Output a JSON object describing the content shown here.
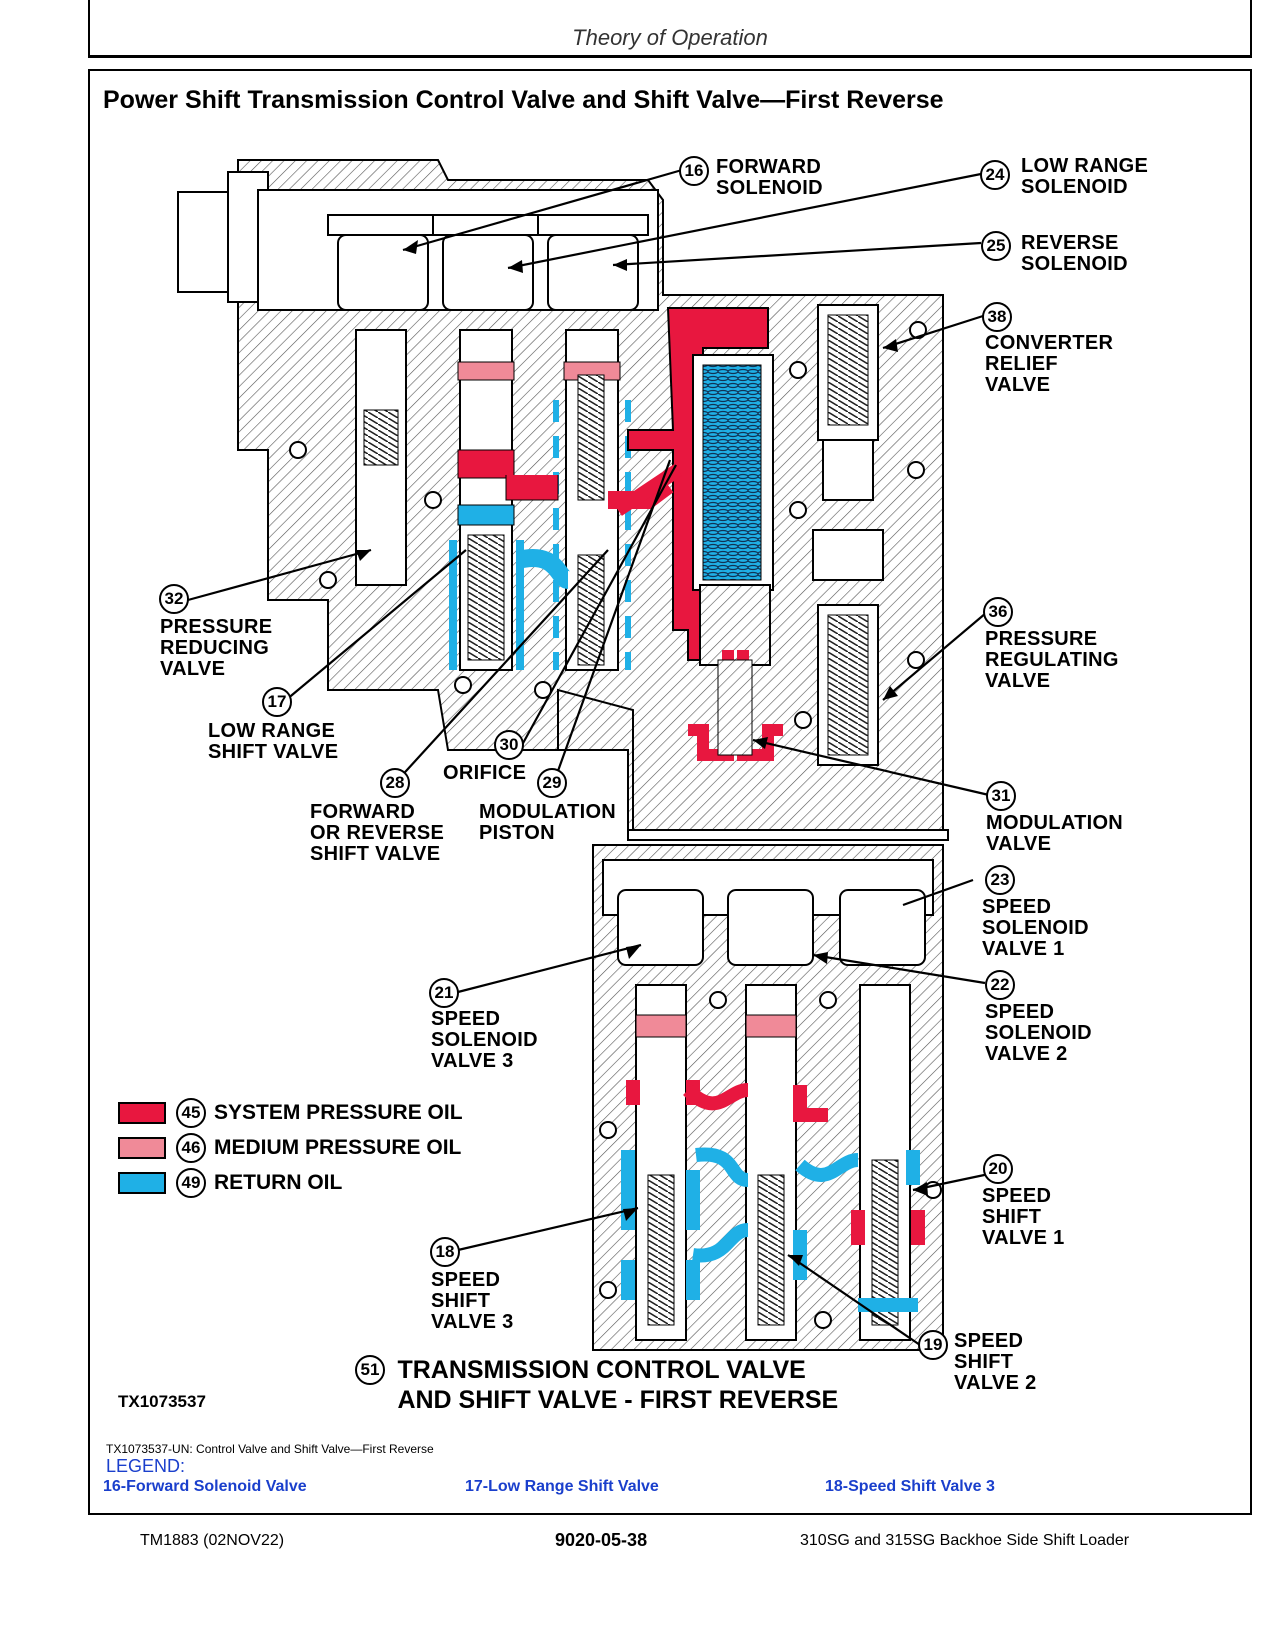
{
  "header": {
    "section": "Theory of Operation"
  },
  "figure": {
    "title": "Power Shift Transmission Control Valve and Shift Valve—First Reverse",
    "code": "TX1073537",
    "caption_number": "51",
    "caption_line1": "TRANSMISSION CONTROL VALVE",
    "caption_line2": "AND SHIFT VALVE - FIRST REVERSE",
    "callouts": [
      {
        "id": "c16",
        "num": "16",
        "label": "FORWARD\nSOLENOID"
      },
      {
        "id": "c24",
        "num": "24",
        "label": "LOW RANGE\nSOLENOID"
      },
      {
        "id": "c25",
        "num": "25",
        "label": "REVERSE\nSOLENOID"
      },
      {
        "id": "c38",
        "num": "38",
        "label": "CONVERTER\nRELIEF\nVALVE"
      },
      {
        "id": "c32",
        "num": "32",
        "label": "PRESSURE\nREDUCING\nVALVE"
      },
      {
        "id": "c36",
        "num": "36",
        "label": "PRESSURE\nREGULATING\nVALVE"
      },
      {
        "id": "c17",
        "num": "17",
        "label": "LOW RANGE\nSHIFT VALVE"
      },
      {
        "id": "c30",
        "num": "30",
        "label": "ORIFICE"
      },
      {
        "id": "c28",
        "num": "28",
        "label": "FORWARD\nOR REVERSE\nSHIFT VALVE"
      },
      {
        "id": "c29",
        "num": "29",
        "label": "MODULATION\nPISTON"
      },
      {
        "id": "c31",
        "num": "31",
        "label": "MODULATION\nVALVE"
      },
      {
        "id": "c23",
        "num": "23",
        "label": "SPEED\nSOLENOID\nVALVE 1"
      },
      {
        "id": "c21",
        "num": "21",
        "label": "SPEED\nSOLENOID\nVALVE 3"
      },
      {
        "id": "c22",
        "num": "22",
        "label": "SPEED\nSOLENOID\nVALVE 2"
      },
      {
        "id": "c20",
        "num": "20",
        "label": "SPEED\nSHIFT\nVALVE 1"
      },
      {
        "id": "c18",
        "num": "18",
        "label": "SPEED\nSHIFT\nVALVE 3"
      },
      {
        "id": "c19",
        "num": "19",
        "label": "SPEED\nSHIFT\nVALVE 2"
      }
    ],
    "key": [
      {
        "num": "45",
        "label": "SYSTEM PRESSURE OIL",
        "color": "#e8173f"
      },
      {
        "num": "46",
        "label": "MEDIUM PRESSURE OIL",
        "color": "#f08a98"
      },
      {
        "num": "49",
        "label": "RETURN OIL",
        "color": "#1fb0e6"
      }
    ]
  },
  "source_caption": "TX1073537-UN: Control Valve and Shift Valve—First Reverse",
  "legend": {
    "title": "LEGEND:",
    "links": [
      "16-Forward Solenoid Valve",
      "17-Low Range Shift Valve",
      "18-Speed Shift Valve 3"
    ]
  },
  "footer": {
    "left": "TM1883 (02NOV22)",
    "center": "9020-05-38",
    "right": "310SG and 315SG Backhoe Side Shift Loader"
  }
}
